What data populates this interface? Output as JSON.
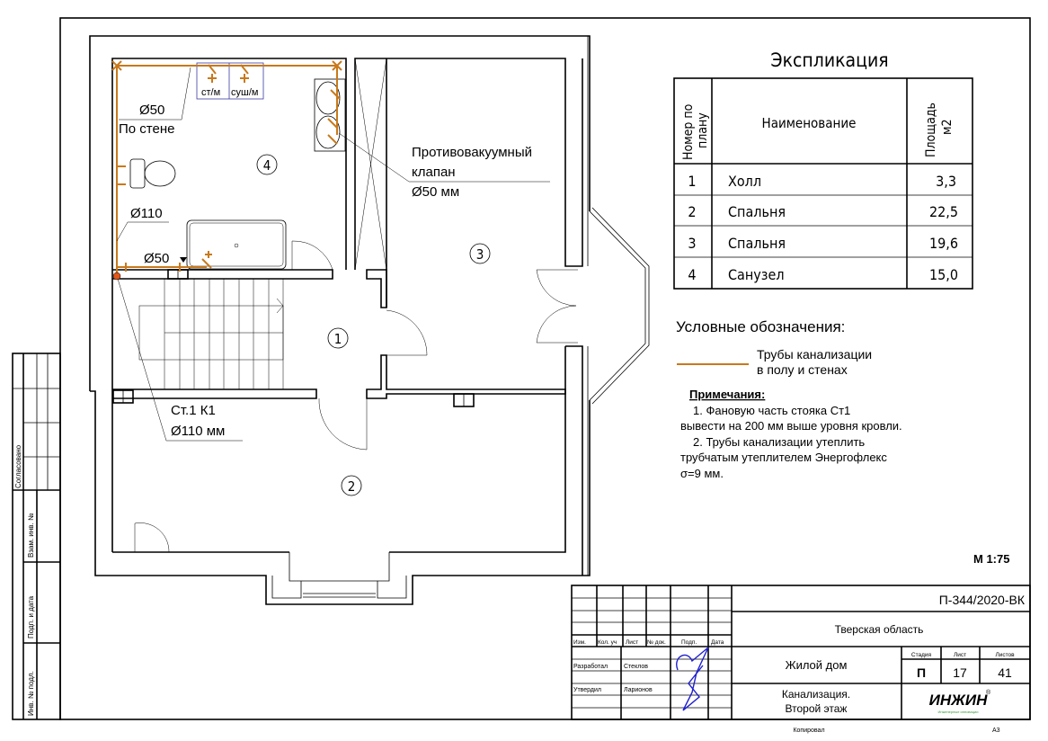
{
  "plan": {
    "rooms": [
      {
        "number": "1"
      },
      {
        "number": "2"
      },
      {
        "number": "3"
      },
      {
        "number": "4"
      }
    ],
    "fixtures": {
      "washer": "ст/м",
      "dryer": "суш/м"
    },
    "labels": {
      "d50_wall": "Ø50",
      "along_wall": "По стене",
      "d110": "Ø110",
      "d50_floor": "Ø50",
      "valve_line1": "Противовакуумный",
      "valve_line2": "клапан",
      "valve_line3": "Ø50 мм",
      "riser_line1": "Ст.1  К1",
      "riser_line2": "Ø110 мм"
    },
    "pipe_color": "#c8791c",
    "scale": "М 1:75"
  },
  "explication": {
    "title": "Экспликация",
    "headers": {
      "number_line1": "Номер по",
      "number_line2": "плану",
      "name": "Наименование",
      "area_line1": "Площадь",
      "area_line2": "м2"
    },
    "rows": [
      {
        "num": "1",
        "name": "Холл",
        "area": "3,3"
      },
      {
        "num": "2",
        "name": "Спальня",
        "area": "22,5"
      },
      {
        "num": "3",
        "name": "Спальня",
        "area": "19,6"
      },
      {
        "num": "4",
        "name": "Санузел",
        "area": "15,0"
      }
    ]
  },
  "legend": {
    "title": "Условные обозначения:",
    "pipe_line1": "Трубы канализации",
    "pipe_line2": "в полу и стенах"
  },
  "notes": {
    "title": "Примечания:",
    "lines": [
      "1.    Фановую часть стояка Ст1",
      "вывести на 200 мм выше уровня кровли.",
      "2.    Трубы канализации утеплить",
      "трубчатым утеплителем Энергофлекс",
      "σ=9 мм."
    ]
  },
  "title_block": {
    "code": "П-344/2020-ВК",
    "region": "Тверская область",
    "object": "Жилой дом",
    "sheet_title_line1": "Канализация.",
    "sheet_title_line2": "Второй этаж",
    "headers": [
      "Изм.",
      "Кол. уч",
      "Лист",
      "№ док.",
      "Подп.",
      "Дата"
    ],
    "developed_label": "Разработал",
    "developed_name": "Стеклов",
    "approved_label": "Утвердил",
    "approved_name": "Ларионов",
    "stage_label": "Стадия",
    "sheet_label": "Лист",
    "sheets_label": "Листов",
    "stage": "П",
    "sheet": "17",
    "sheets": "41",
    "logo": "ИНЖИН",
    "logo_sub": "Инженерные инновации",
    "copied": "Копировал",
    "format": "А3"
  },
  "side_stamp": {
    "agreed": "Согласовано",
    "replace_inv": "Взам. инв. №",
    "sign_date": "Подп. и дата",
    "inv_orig": "Инв. № подл."
  }
}
